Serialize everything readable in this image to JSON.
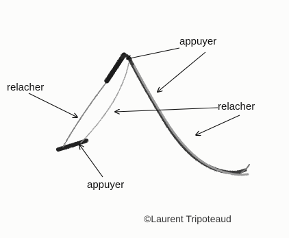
{
  "labels": {
    "appuyer_top": "appuyer",
    "relacher_left": "relacher",
    "relacher_right": "relacher",
    "appuyer_bottom": "appuyer"
  },
  "credit": "©Laurent Tripoteaud",
  "colors": {
    "ink_dark": "#1e1e1e",
    "ink_mid": "#555555",
    "ink_light": "#9a9a9a",
    "arrow": "#111111",
    "paper": "#fcfcfb"
  }
}
